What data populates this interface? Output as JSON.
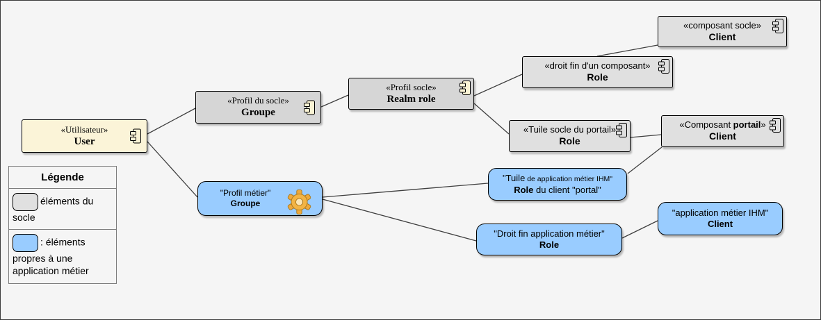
{
  "nodes": {
    "user": {
      "stereotype": "«Utilisateur»",
      "name": "User"
    },
    "groupe_socle": {
      "stereotype": "«Profil du socle»",
      "name": "Groupe"
    },
    "realm_role": {
      "stereotype": "«Profil socle»",
      "name": "Realm role"
    },
    "client_socle": {
      "stereotype": "«composant socle»",
      "name": "Client"
    },
    "role_droit_fin": {
      "stereotype": "«droit fin d'un composant»",
      "name": "Role"
    },
    "role_tuile_socle": {
      "stereotype": "«Tuile socle du portail»",
      "name": "Role"
    },
    "client_portail": {
      "stereotype_pre": "«Composant ",
      "stereotype_bold": "portail",
      "stereotype_post": "»",
      "name": "Client"
    },
    "groupe_metier": {
      "title": "\"Profil métier\"",
      "name": "Groupe"
    },
    "role_client_portal": {
      "title_big": "\"Tuile",
      "title_small": " de application métier IHM\"",
      "name_bold": "Role",
      "name_rest": " du client \"portal\""
    },
    "role_droit_metier": {
      "title": "\"Droit fin application métier\"",
      "name": "Role"
    },
    "client_metier": {
      "title": "\"application métier IHM\"",
      "name": "Client"
    }
  },
  "legend": {
    "title": "Légende",
    "items": [
      {
        "color": "#e0e0e0",
        "label": "éléments du socle"
      },
      {
        "color": "#99ccff",
        "label": ": éléments propres à une application métier"
      }
    ]
  },
  "colors": {
    "background": "#f5f5f5",
    "socle_serif_fill": "#d6d6d6",
    "socle_sans_fill": "#e0e0e0",
    "metier_fill": "#99ccff",
    "user_fill": "#fbf4d8",
    "edge_stroke": "#3f3f3f"
  }
}
